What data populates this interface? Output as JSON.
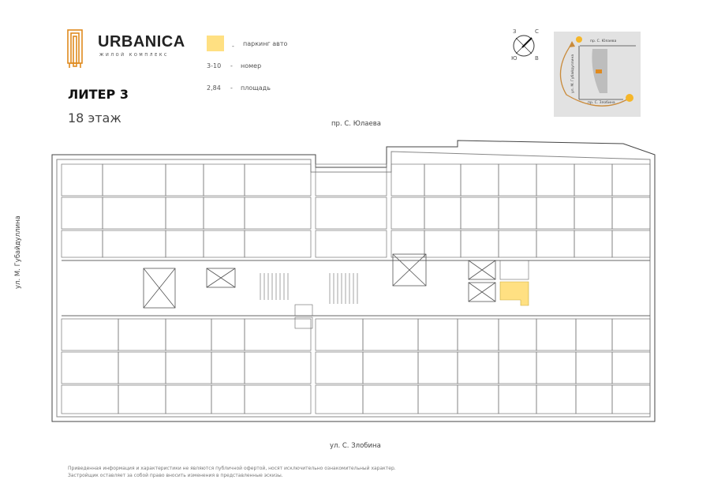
{
  "brand": {
    "name": "URBANICA",
    "subtitle": "ЖИЛОЙ КОМПЛЕКС"
  },
  "heading": {
    "building": "ЛИТЕР 3",
    "floor": "18 этаж"
  },
  "legend": [
    {
      "symbol": "",
      "dash": "-",
      "label": "паркинг авто",
      "color": "#ffe082"
    },
    {
      "symbol": "3-10",
      "dash": "-",
      "label": "номер"
    },
    {
      "symbol": "2,84",
      "dash": "-",
      "label": "площадь"
    }
  ],
  "streets": {
    "top": "пр. С. Юлаева",
    "bottom": "ул. С. Злобина",
    "left": "ул. М. Губайдуллина"
  },
  "minimap": {
    "top": "пр. С. Юлаева",
    "left": "ул. М. Губайдуллина",
    "bottom": "пр. С. Злобина"
  },
  "compass": {
    "north": "С",
    "south": "Ю",
    "east": "В",
    "west": "З"
  },
  "disclaimer": [
    "Приведенная информация и характеристики не являются публичной офертой, носят исключительно ознакомительный характер.",
    "Застройщик оставляет за собой право вносить изменения в представленные эскизы."
  ],
  "colors": {
    "highlight": "#ffe082",
    "accent": "#e08a1e"
  }
}
